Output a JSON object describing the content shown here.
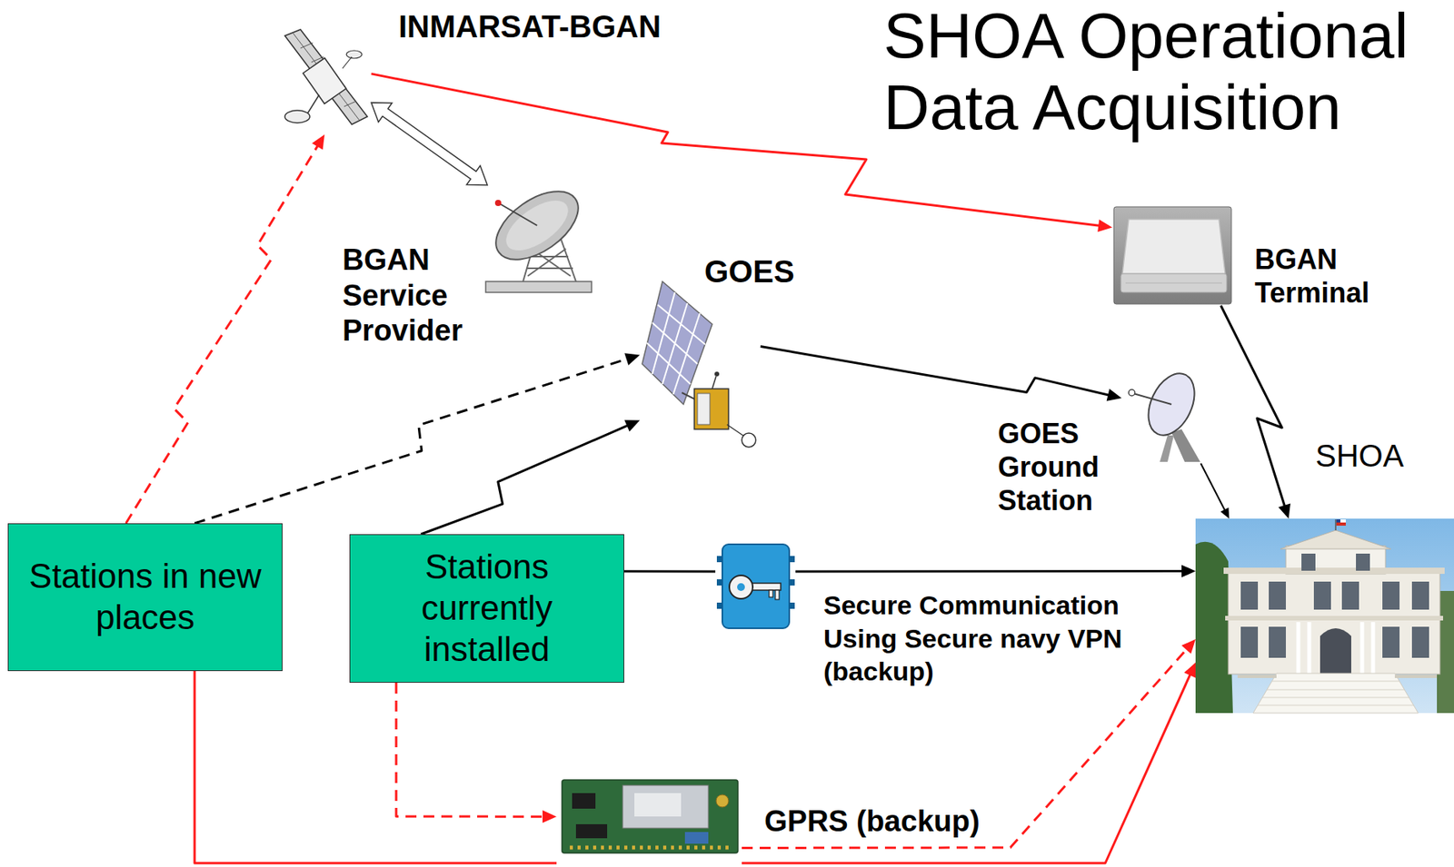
{
  "diagram": {
    "title": "SHOA Operational Data Acquisition",
    "nodes": [
      {
        "text": [
          "INMARSAT-BGAN"
        ]
      },
      {
        "text": [
          "BGAN Service Provider"
        ]
      },
      {
        "text": [
          "GOES"
        ]
      },
      {
        "text": [
          "BGAN Terminal"
        ]
      },
      {
        "text": [
          "GOES Ground Station"
        ]
      },
      {
        "text": [
          "SHOA"
        ]
      },
      {
        "text": [
          "Stations in new places"
        ]
      },
      {
        "text": [
          "Stations currently installed"
        ]
      },
      {
        "text": [
          "Secure Communication Using Secure navy VPN (backup)"
        ]
      },
      {
        "text": [
          "GPRS (backup)"
        ]
      }
    ],
    "edges": [
      {
        "from": 6,
        "to": 0,
        "arrow": "to"
      },
      {
        "from": 0,
        "to": 1,
        "arrow": "both"
      },
      {
        "from": 0,
        "to": 3,
        "arrow": "to"
      },
      {
        "from": 3,
        "to": 5,
        "arrow": "to"
      },
      {
        "from": 6,
        "to": 2,
        "arrow": "to"
      },
      {
        "from": 7,
        "to": 2,
        "arrow": "to"
      },
      {
        "from": 2,
        "to": 4,
        "arrow": "to"
      },
      {
        "from": 4,
        "to": 5,
        "arrow": "to"
      },
      {
        "from": 7,
        "to": 8,
        "arrow": "none"
      },
      {
        "from": 8,
        "to": 5,
        "arrow": "to"
      },
      {
        "from": 7,
        "to": 9,
        "arrow": "to"
      },
      {
        "from": 9,
        "to": 5,
        "arrow": "to"
      },
      {
        "from": 6,
        "to": 9,
        "arrow": "none"
      },
      {
        "from": 9,
        "to": 5,
        "arrow": "to"
      }
    ]
  }
}
